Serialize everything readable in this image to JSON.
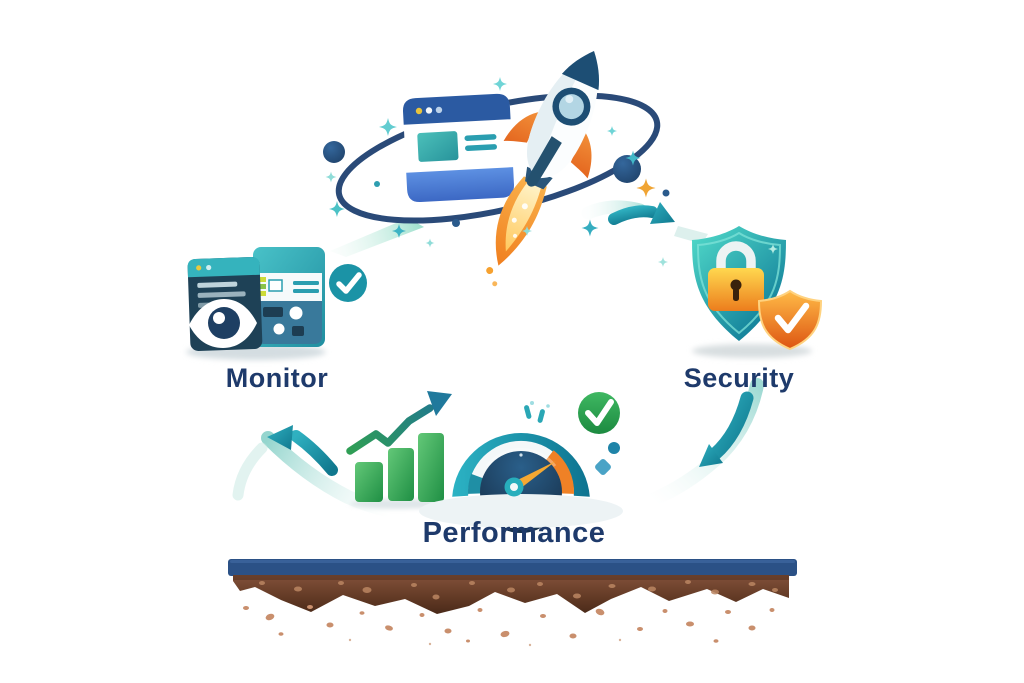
{
  "labels": {
    "monitor": "Monitor",
    "security": "Security",
    "performance": "Performance"
  },
  "icons": {
    "launch": "rocket-browser-orbit-icon",
    "monitor": "browser-eye-check-icon",
    "security": "shield-lock-badge-check-icon",
    "performance": "speedometer-bar-chart-check-icon",
    "connectors": "teal-cycle-arrows",
    "ground": "soil-cross-section"
  },
  "colors": {
    "background": "#ffffff",
    "label_text": "#1e3a6b",
    "teal_accent": "#2196ad",
    "navy": "#24506f",
    "orange": "#ef8126",
    "green": "#2f9e50",
    "ground_bar_blue": "#2b5186",
    "soil_brown": "#6b4129"
  }
}
